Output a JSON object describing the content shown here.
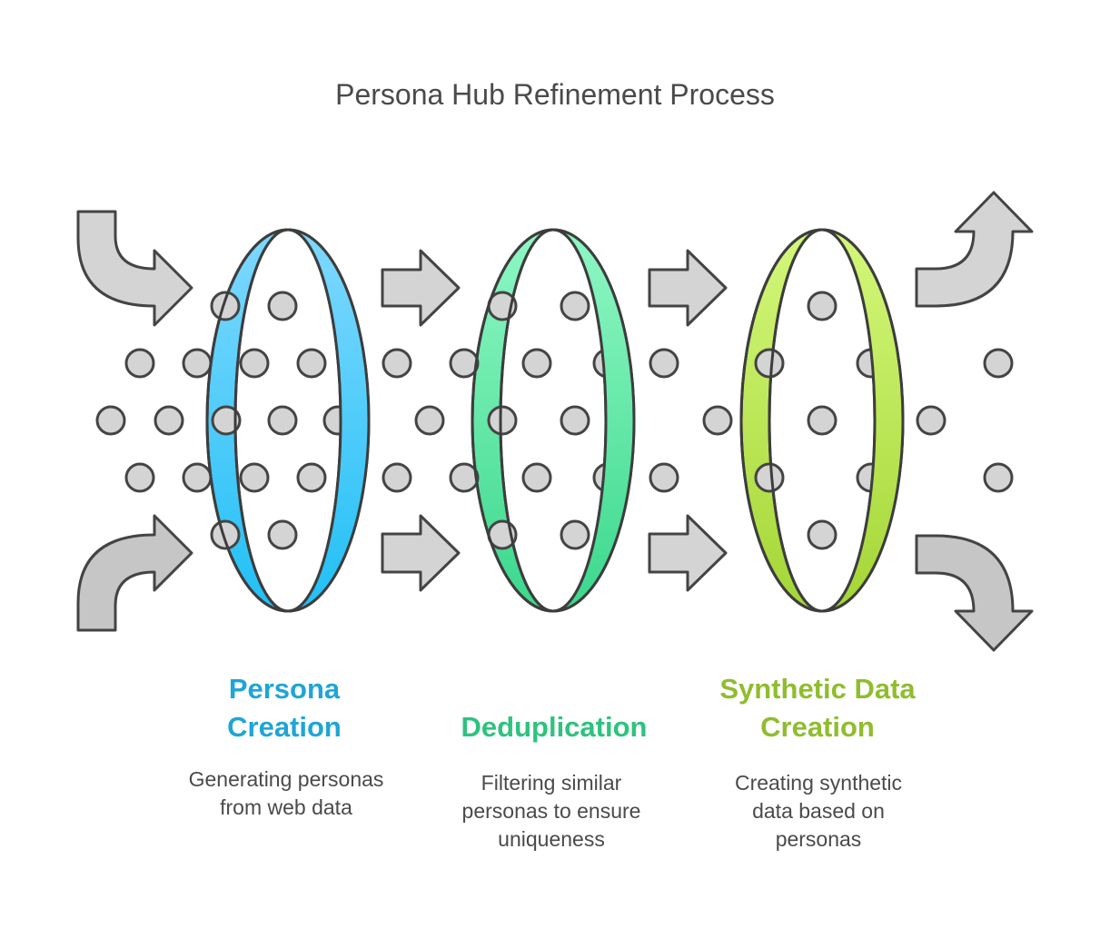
{
  "title": "Persona Hub Refinement Process",
  "stages": [
    {
      "name_line1": "Persona",
      "name_line2": "Creation",
      "desc_line1": "Generating personas",
      "desc_line2": "from web data",
      "desc_line3": "",
      "color": "#1fa5d6",
      "ring_top": "#7fd8ff",
      "ring_bottom": "#21c0f5"
    },
    {
      "name_line1": "Deduplication",
      "name_line2": "",
      "desc_line1": "Filtering similar",
      "desc_line2": "personas to ensure",
      "desc_line3": "uniqueness",
      "color": "#2ec27e",
      "ring_top": "#8ff7c4",
      "ring_bottom": "#3bd88c"
    },
    {
      "name_line1": "Synthetic Data",
      "name_line2": "Creation",
      "desc_line1": "Creating synthetic",
      "desc_line2": "data based on",
      "desc_line3": "personas",
      "color": "#8fbd2e",
      "ring_top": "#d4f77a",
      "ring_bottom": "#a4d636"
    }
  ]
}
